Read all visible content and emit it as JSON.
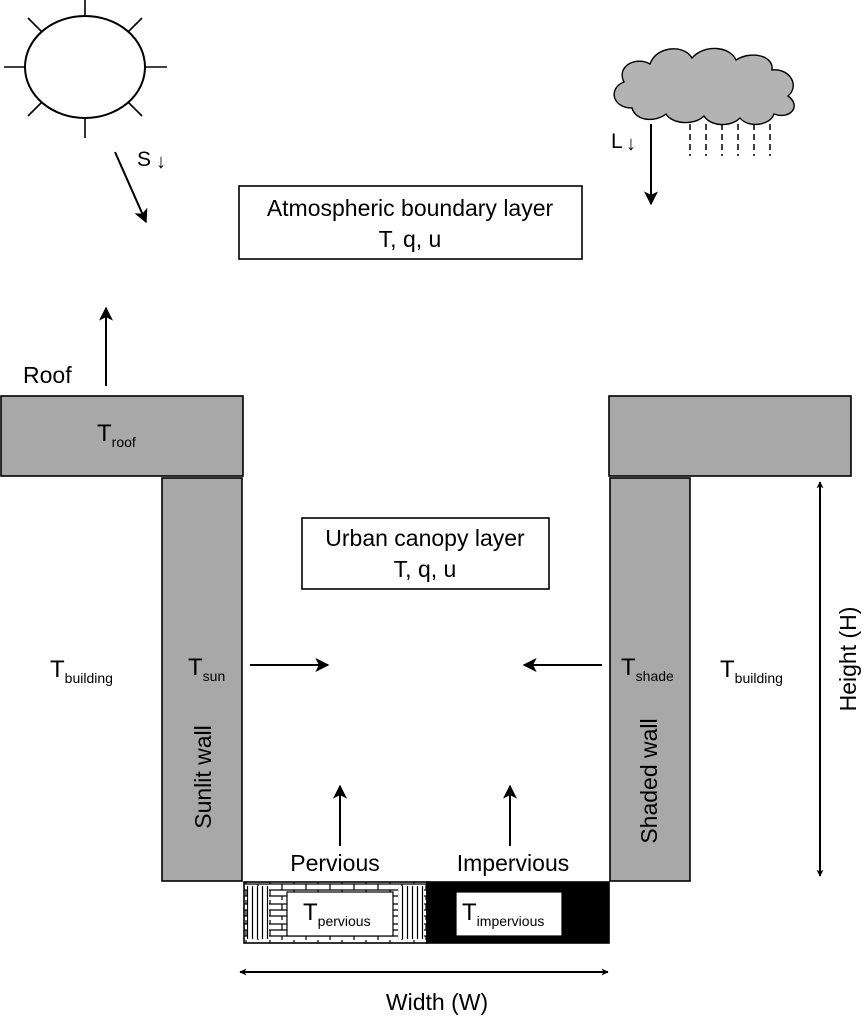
{
  "atmosphere": {
    "shortwave_label": "S",
    "longwave_label": "L",
    "down_arrow_glyph": "↓",
    "boundary_layer_title": "Atmospheric boundary layer",
    "boundary_layer_vars": "T, q, u"
  },
  "canopy": {
    "title": "Urban canopy layer",
    "vars": "T, q, u"
  },
  "roof": {
    "label": "Roof",
    "temp_main": "T",
    "temp_sub": "roof"
  },
  "walls": {
    "sunlit_label": "Sunlit wall",
    "shaded_label": "Shaded wall",
    "sun_temp_main": "T",
    "sun_temp_sub": "sun",
    "shade_temp_main": "T",
    "shade_temp_sub": "shade"
  },
  "building": {
    "temp_main": "T",
    "temp_sub": "building"
  },
  "ground": {
    "pervious_label": "Pervious",
    "impervious_label": "Impervious",
    "pervious_temp_main": "T",
    "pervious_temp_sub": "pervious",
    "impervious_temp_main": "T",
    "impervious_temp_sub": "impervious"
  },
  "dimensions": {
    "height_label": "Height (H)",
    "width_label": "Width (W)"
  },
  "colors": {
    "building_fill": "#a8a8a8",
    "cloud_fill": "#b3b3b3",
    "impervious_fill": "#000000",
    "line": "#000000"
  },
  "icons": [
    "sun-icon",
    "cloud-icon",
    "rain-icon"
  ]
}
